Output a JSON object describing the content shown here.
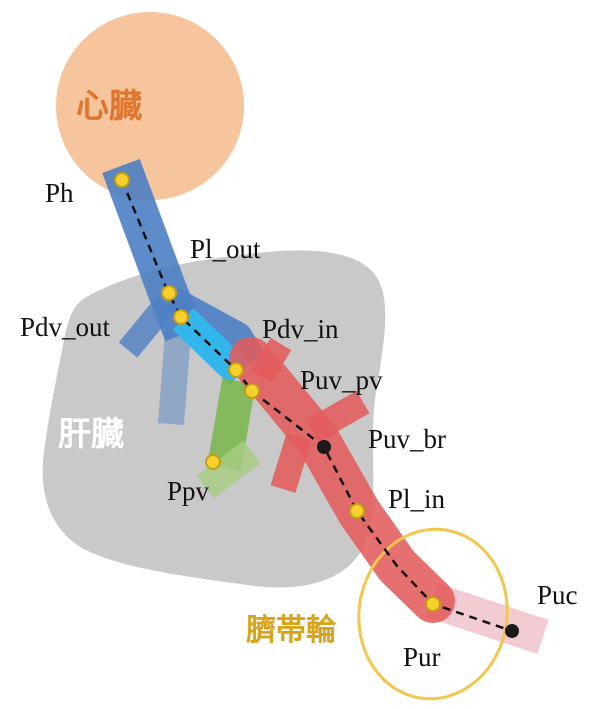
{
  "diagram": {
    "organs": {
      "heart": "心臓",
      "liver": "肝臓",
      "umbilical_ring": "臍帯輪"
    },
    "points": {
      "ph": "Ph",
      "pl_out": "Pl_out",
      "pdv_out": "Pdv_out",
      "pdv_in": "Pdv_in",
      "puv_pv": "Puv_pv",
      "puv_br": "Puv_br",
      "pl_in": "Pl_in",
      "ppv": "Ppv",
      "pur": "Pur",
      "puc": "Puc"
    },
    "colors": {
      "heart_fill": "#f6c49d",
      "heart_label": "#e0752d",
      "liver_fill": "#c9c9c9",
      "liver_label": "#ffffff",
      "ring_stroke": "#f3c64d",
      "ring_label": "#d9a41c",
      "vessel_blue": "#4d7fc4",
      "vessel_cyan": "#33b6ec",
      "vessel_green": "#76b544",
      "vessel_green_light": "#a6cd82",
      "vessel_red": "#e25b5c",
      "vessel_pink": "#f2ccd3",
      "marker_yellow": "#f7d02e",
      "marker_yellow_stroke": "#c19e12",
      "marker_black": "#1a1a1a",
      "path_dash": "#111111",
      "label_text": "#111111"
    }
  }
}
